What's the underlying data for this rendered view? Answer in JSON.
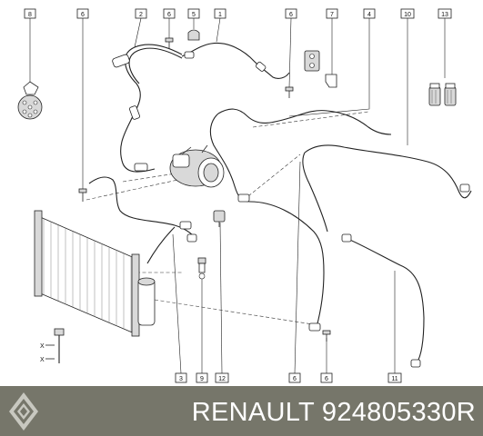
{
  "callouts": {
    "c8": "8",
    "c6a": "6",
    "c2": "2",
    "c6b": "6",
    "c5": "5",
    "c1": "1",
    "c6c": "6",
    "c7": "7",
    "c4": "4",
    "c10": "10",
    "c13": "13",
    "c3": "3",
    "c9": "9",
    "c12": "12",
    "c6d": "6",
    "c6e": "6",
    "c11": "11"
  },
  "legend_marks": {
    "x1": "X",
    "x2": "X"
  },
  "footer": {
    "brand": "RENAULT",
    "part_number": "924805330R"
  },
  "colors": {
    "footer_bg": "#76766a",
    "footer_text": "#ffffff"
  }
}
